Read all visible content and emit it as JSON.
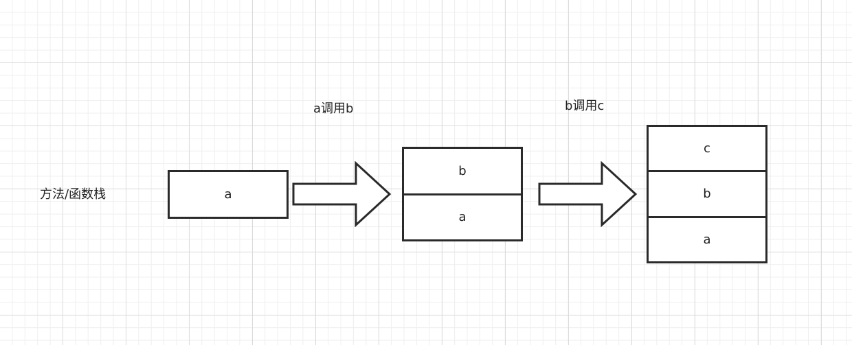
{
  "stack_label": "方法/函数栈",
  "arrows": [
    {
      "label": "a调用b"
    },
    {
      "label": "b调用c"
    }
  ],
  "stacks": [
    {
      "frames": [
        "a"
      ]
    },
    {
      "frames": [
        "b",
        "a"
      ]
    },
    {
      "frames": [
        "c",
        "b",
        "a"
      ]
    }
  ],
  "colors": {
    "stroke": "#2a2a2a",
    "fill": "#ffffff",
    "grid_major": "#dcdcdc",
    "grid_minor": "#efefef"
  }
}
